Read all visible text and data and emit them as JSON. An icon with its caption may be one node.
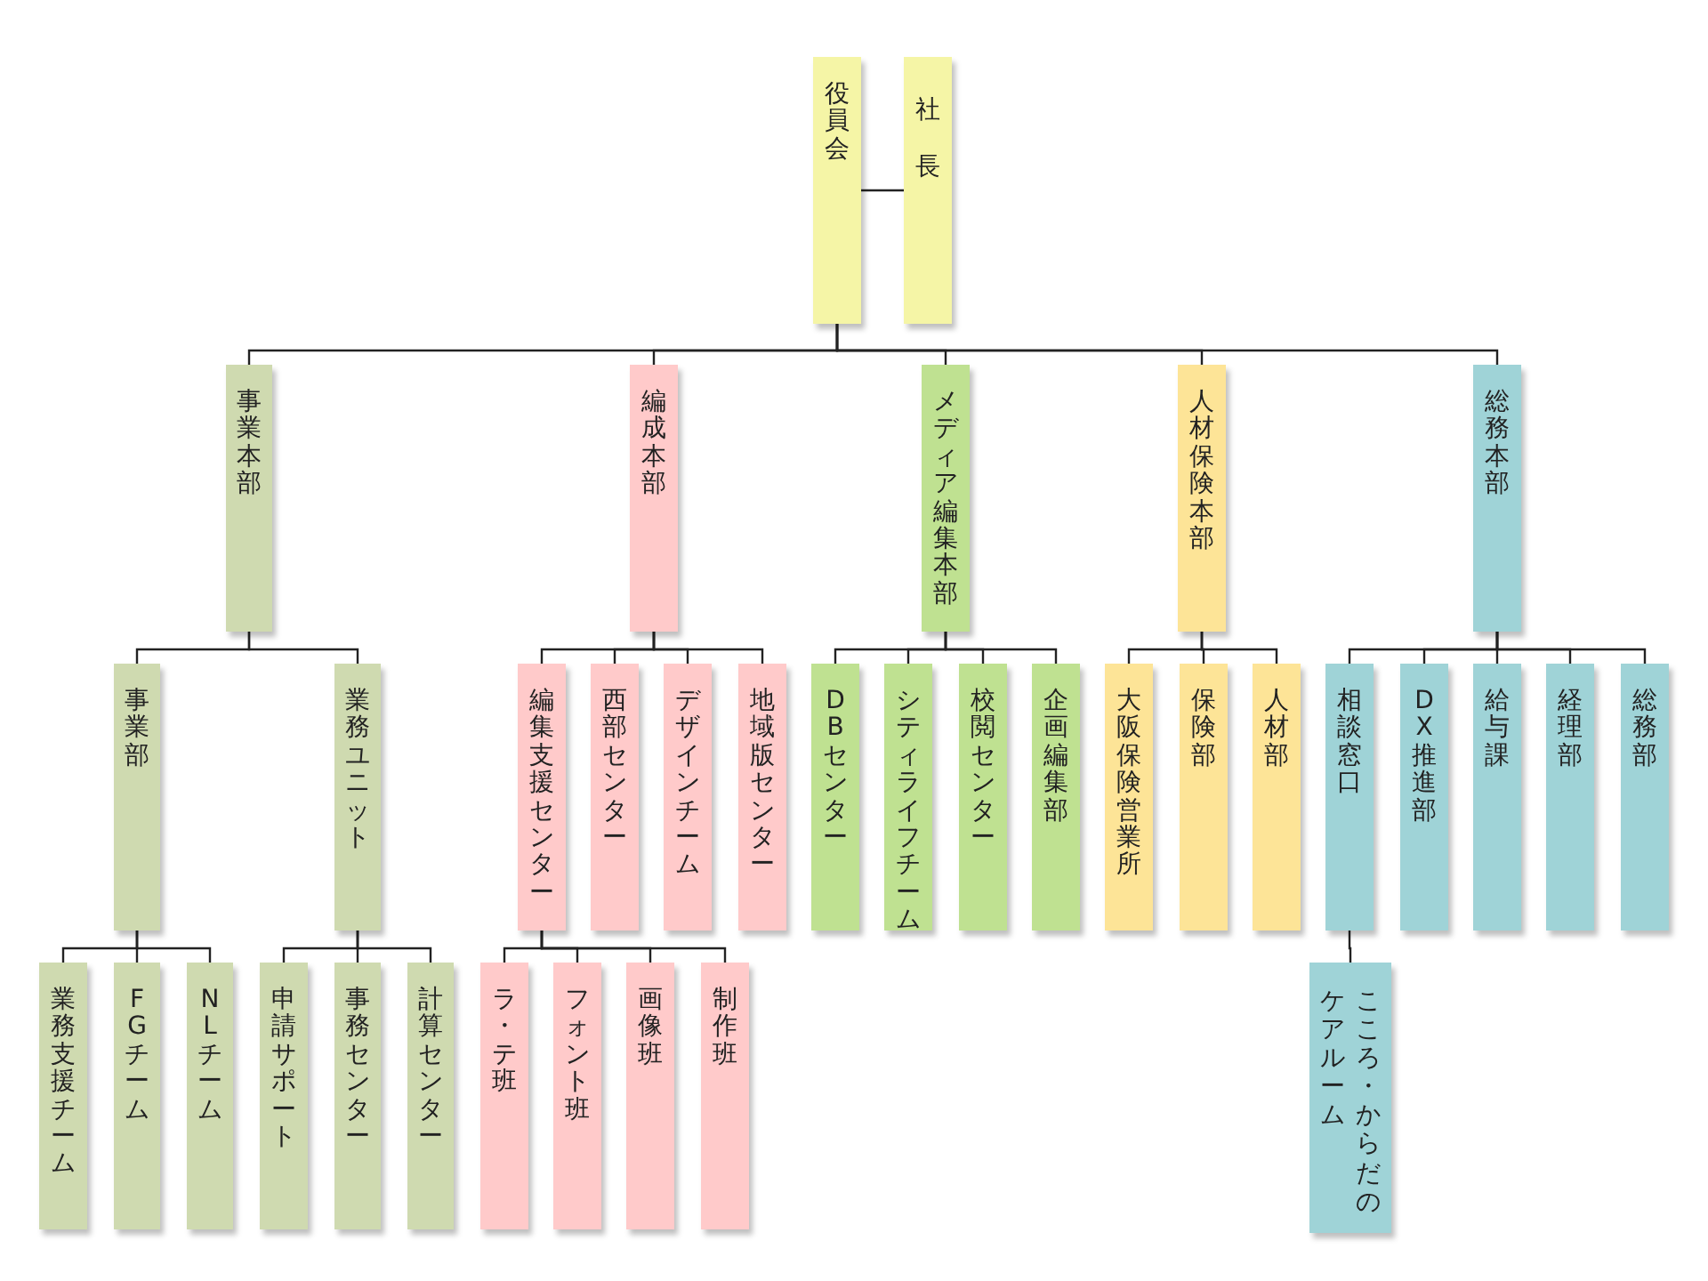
{
  "diagram": {
    "nodes": [
      {
        "text": [
          "役員会"
        ]
      },
      {
        "text": [
          "社長"
        ]
      },
      {
        "text": [
          "事業本部"
        ]
      },
      {
        "text": [
          "編成本部"
        ]
      },
      {
        "text": [
          "メディア編集本部"
        ]
      },
      {
        "text": [
          "人材保険本部"
        ]
      },
      {
        "text": [
          "総務本部"
        ]
      },
      {
        "text": [
          "事業部"
        ]
      },
      {
        "text": [
          "業務ユニット"
        ]
      },
      {
        "text": [
          "編集支援センター"
        ]
      },
      {
        "text": [
          "西部センター"
        ]
      },
      {
        "text": [
          "デザインチーム"
        ]
      },
      {
        "text": [
          "地域版センター"
        ]
      },
      {
        "text": [
          "DBセンター"
        ]
      },
      {
        "text": [
          "シティライフチーム"
        ]
      },
      {
        "text": [
          "校閲センター"
        ]
      },
      {
        "text": [
          "企画編集部"
        ]
      },
      {
        "text": [
          "大阪保険営業所"
        ]
      },
      {
        "text": [
          "保険部"
        ]
      },
      {
        "text": [
          "人材部"
        ]
      },
      {
        "text": [
          "相談窓口"
        ]
      },
      {
        "text": [
          "DX推進部"
        ]
      },
      {
        "text": [
          "給与課"
        ]
      },
      {
        "text": [
          "経理部"
        ]
      },
      {
        "text": [
          "総務部"
        ]
      },
      {
        "text": [
          "業務支援チーム"
        ]
      },
      {
        "text": [
          "FGチーム"
        ]
      },
      {
        "text": [
          "NLチーム"
        ]
      },
      {
        "text": [
          "申請サポート"
        ]
      },
      {
        "text": [
          "事務センター"
        ]
      },
      {
        "text": [
          "計算センター"
        ]
      },
      {
        "text": [
          "ラ・テ班"
        ]
      },
      {
        "text": [
          "フォント班"
        ]
      },
      {
        "text": [
          "画像班"
        ]
      },
      {
        "text": [
          "制作班"
        ]
      },
      {
        "text": [
          "こころ・からだのケアルーム"
        ]
      }
    ],
    "edges": [
      {
        "from": 0,
        "to": 1,
        "arrow": "none"
      },
      {
        "from": 0,
        "to": 2,
        "arrow": "none"
      },
      {
        "from": 0,
        "to": 3,
        "arrow": "none"
      },
      {
        "from": 0,
        "to": 4,
        "arrow": "none"
      },
      {
        "from": 0,
        "to": 5,
        "arrow": "none"
      },
      {
        "from": 0,
        "to": 6,
        "arrow": "none"
      },
      {
        "from": 2,
        "to": 7,
        "arrow": "none"
      },
      {
        "from": 2,
        "to": 8,
        "arrow": "none"
      },
      {
        "from": 3,
        "to": 9,
        "arrow": "none"
      },
      {
        "from": 3,
        "to": 10,
        "arrow": "none"
      },
      {
        "from": 3,
        "to": 11,
        "arrow": "none"
      },
      {
        "from": 3,
        "to": 12,
        "arrow": "none"
      },
      {
        "from": 4,
        "to": 13,
        "arrow": "none"
      },
      {
        "from": 4,
        "to": 14,
        "arrow": "none"
      },
      {
        "from": 4,
        "to": 15,
        "arrow": "none"
      },
      {
        "from": 4,
        "to": 16,
        "arrow": "none"
      },
      {
        "from": 5,
        "to": 17,
        "arrow": "none"
      },
      {
        "from": 5,
        "to": 18,
        "arrow": "none"
      },
      {
        "from": 5,
        "to": 19,
        "arrow": "none"
      },
      {
        "from": 6,
        "to": 20,
        "arrow": "none"
      },
      {
        "from": 6,
        "to": 21,
        "arrow": "none"
      },
      {
        "from": 6,
        "to": 22,
        "arrow": "none"
      },
      {
        "from": 6,
        "to": 23,
        "arrow": "none"
      },
      {
        "from": 6,
        "to": 24,
        "arrow": "none"
      },
      {
        "from": 7,
        "to": 25,
        "arrow": "none"
      },
      {
        "from": 7,
        "to": 26,
        "arrow": "none"
      },
      {
        "from": 7,
        "to": 27,
        "arrow": "none"
      },
      {
        "from": 8,
        "to": 28,
        "arrow": "none"
      },
      {
        "from": 8,
        "to": 29,
        "arrow": "none"
      },
      {
        "from": 8,
        "to": 30,
        "arrow": "none"
      },
      {
        "from": 9,
        "to": 31,
        "arrow": "none"
      },
      {
        "from": 9,
        "to": 32,
        "arrow": "none"
      },
      {
        "from": 9,
        "to": 33,
        "arrow": "none"
      },
      {
        "from": 9,
        "to": 34,
        "arrow": "none"
      },
      {
        "from": 20,
        "to": 35,
        "arrow": "none"
      }
    ]
  }
}
